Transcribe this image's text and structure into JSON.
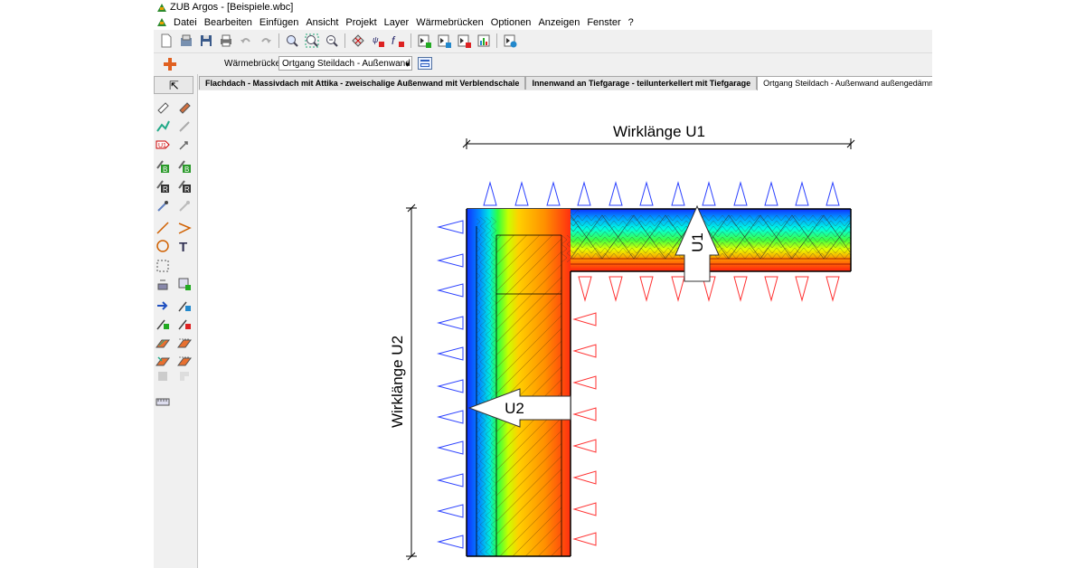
{
  "window": {
    "title": "ZUB Argos - [Beispiele.wbc]"
  },
  "menu": [
    "Datei",
    "Bearbeiten",
    "Einfügen",
    "Ansicht",
    "Projekt",
    "Layer",
    "Wärmebrücken",
    "Optionen",
    "Anzeigen",
    "Fenster",
    "?"
  ],
  "toolbar": {
    "icons": [
      "new-icon",
      "open-icon",
      "save-icon",
      "print-icon",
      "undo-icon",
      "redo-icon",
      "zoom-in-icon",
      "zoom-fit-icon",
      "zoom-out-icon",
      "grid-icon",
      "calculate-icon",
      "function-icon",
      "report-add-icon",
      "report-edit-icon",
      "report-delete-icon",
      "report-chart-icon",
      "export-icon"
    ]
  },
  "bridge_bar": {
    "label": "Wärmebrücke :",
    "selected": "Ortgang Steildach - Außenwand auß"
  },
  "tabs": [
    "Flachdach - Massivdach mit Attika - zweischalige Außenwand mit Verblendschale",
    "Innenwand an Tiefgarage - teilunterkellert mit Tiefgarage",
    "Ortgang Steildach - Außenwand außengedämmt"
  ],
  "active_tab": 2,
  "drawing": {
    "dim_u1": "Wirklänge U1",
    "dim_u2": "Wirklänge U2",
    "arrow_u1": "U1",
    "arrow_u2": "U2"
  },
  "colors": {
    "cold": "#1030ff",
    "warm": "#ff2010",
    "arrow_cold": "#2a40ff",
    "arrow_warm": "#ff3030"
  }
}
